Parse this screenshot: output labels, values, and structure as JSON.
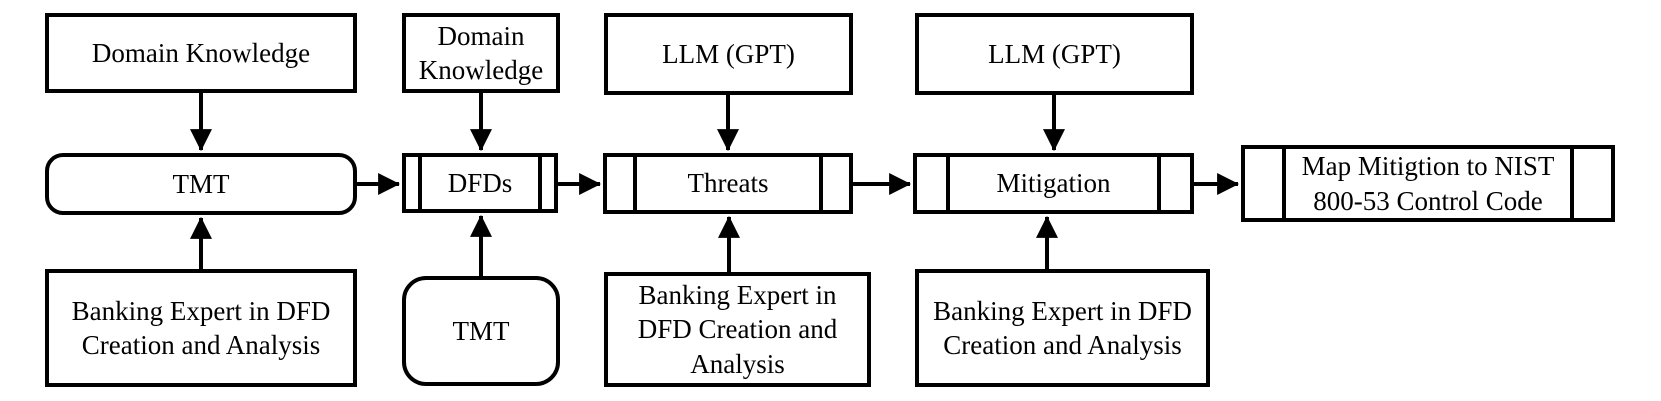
{
  "diagram": {
    "background_color": "#ffffff",
    "stroke_color": "#000000",
    "nodes": [
      {
        "id": "domain-knowledge-1",
        "label": "Domain Knowledge",
        "shape": "rectangle"
      },
      {
        "id": "tmt-1",
        "label": "TMT",
        "shape": "rounded-rectangle"
      },
      {
        "id": "banking-expert-1",
        "label": "Banking Expert in DFD Creation and Analysis",
        "shape": "rectangle"
      },
      {
        "id": "domain-knowledge-2",
        "label": "Domain Knowledge",
        "shape": "rectangle"
      },
      {
        "id": "dfds",
        "label": "DFDs",
        "shape": "predefined-process"
      },
      {
        "id": "tmt-2",
        "label": "TMT",
        "shape": "rounded-rectangle"
      },
      {
        "id": "llm-gpt-1",
        "label": "LLM (GPT)",
        "shape": "rectangle"
      },
      {
        "id": "threats",
        "label": "Threats",
        "shape": "predefined-process"
      },
      {
        "id": "banking-expert-2",
        "label": "Banking Expert in DFD Creation and Analysis",
        "shape": "rectangle"
      },
      {
        "id": "llm-gpt-2",
        "label": "LLM (GPT)",
        "shape": "rectangle"
      },
      {
        "id": "mitigation",
        "label": "Mitigation",
        "shape": "predefined-process"
      },
      {
        "id": "banking-expert-3",
        "label": "Banking Expert in DFD Creation and Analysis",
        "shape": "rectangle"
      },
      {
        "id": "map-nist",
        "label": "Map Mitigtion to NIST 800-53 Control Code",
        "shape": "predefined-process"
      }
    ],
    "edges": [
      {
        "from": "domain-knowledge-1",
        "to": "tmt-1"
      },
      {
        "from": "banking-expert-1",
        "to": "tmt-1"
      },
      {
        "from": "tmt-1",
        "to": "dfds"
      },
      {
        "from": "domain-knowledge-2",
        "to": "dfds"
      },
      {
        "from": "tmt-2",
        "to": "dfds"
      },
      {
        "from": "dfds",
        "to": "threats"
      },
      {
        "from": "llm-gpt-1",
        "to": "threats"
      },
      {
        "from": "banking-expert-2",
        "to": "threats"
      },
      {
        "from": "threats",
        "to": "mitigation"
      },
      {
        "from": "llm-gpt-2",
        "to": "mitigation"
      },
      {
        "from": "banking-expert-3",
        "to": "mitigation"
      },
      {
        "from": "mitigation",
        "to": "map-nist"
      }
    ]
  }
}
